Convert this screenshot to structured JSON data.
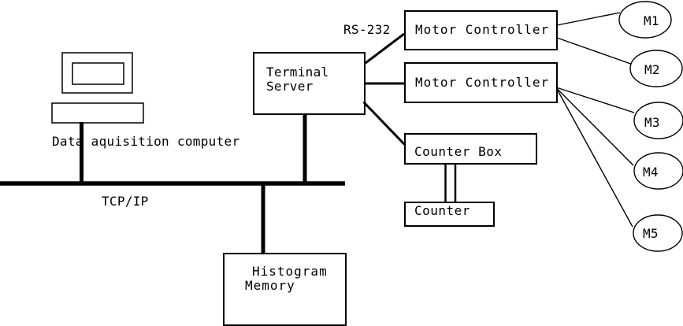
{
  "colors": {
    "ink": "#000000",
    "background": "#ffffff"
  },
  "computer": {
    "label": "Data aquisition computer"
  },
  "network": {
    "bus_label": "TCP/IP",
    "serial_label": "RS-232"
  },
  "nodes": {
    "terminal_server": {
      "lines": [
        "Terminal",
        "Server"
      ]
    },
    "motor_controller_1": {
      "label": "Motor Controller"
    },
    "motor_controller_2": {
      "label": "Motor Controller"
    },
    "counter_box": {
      "label": "Counter Box"
    },
    "counter": {
      "label": "Counter"
    },
    "histogram_memory": {
      "lines": [
        "Histogram",
        "Memory"
      ]
    }
  },
  "motors": [
    {
      "label": "M1"
    },
    {
      "label": "M2"
    },
    {
      "label": "M3"
    },
    {
      "label": "M4"
    },
    {
      "label": "M5"
    }
  ]
}
